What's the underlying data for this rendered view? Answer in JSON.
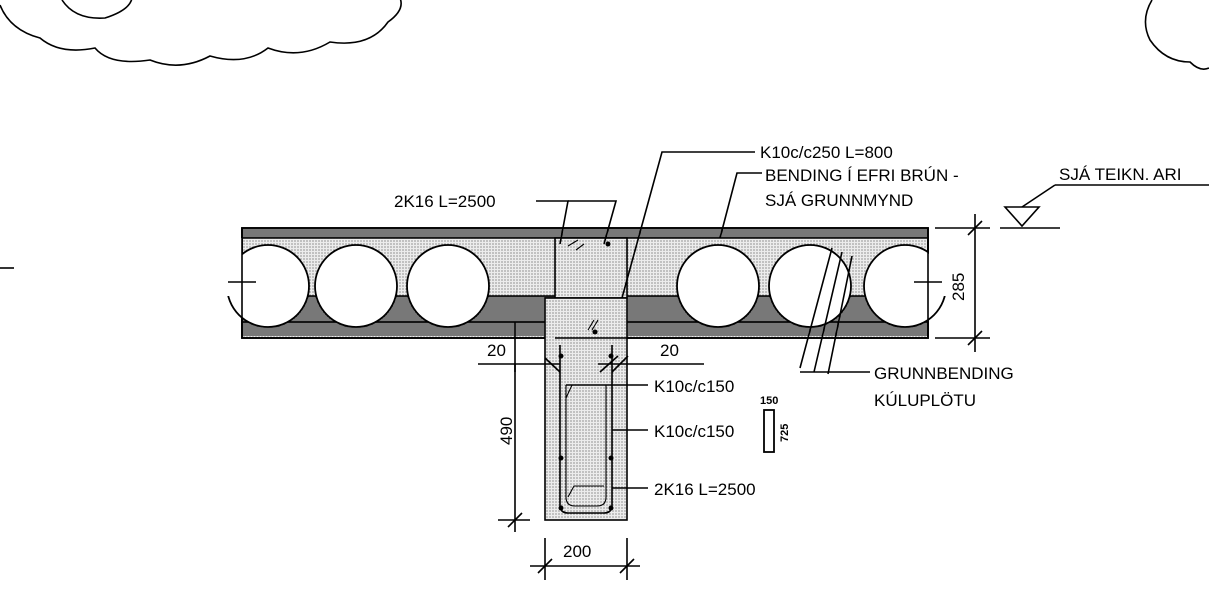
{
  "labels": {
    "top_bar": "K10c/c250 L=800",
    "bending_top_1": "BENDING Í EFRI BRÚN -",
    "bending_top_2": "SJÁ GRUNNMYND",
    "ref_drawing": "SJÁ TEIKN. ARI",
    "top_rebar": "2K16 L=2500",
    "slab_height": "285",
    "left_offset": "20",
    "right_offset": "20",
    "stirrup_1": "K10c/c150",
    "stirrup_2": "K10c/c150",
    "bottom_rebar": "2K16 L=2500",
    "beam_height": "490",
    "beam_width": "200",
    "base_reinf_1": "GRUNNBENDING",
    "base_reinf_2": "KÚLUPLÖTU",
    "stirrup_dim_w": "150",
    "stirrup_dim_h": "725"
  },
  "colors": {
    "line": "#000000",
    "concrete_light": "#d9d9d9",
    "concrete_dark": "#8a8a8a"
  }
}
